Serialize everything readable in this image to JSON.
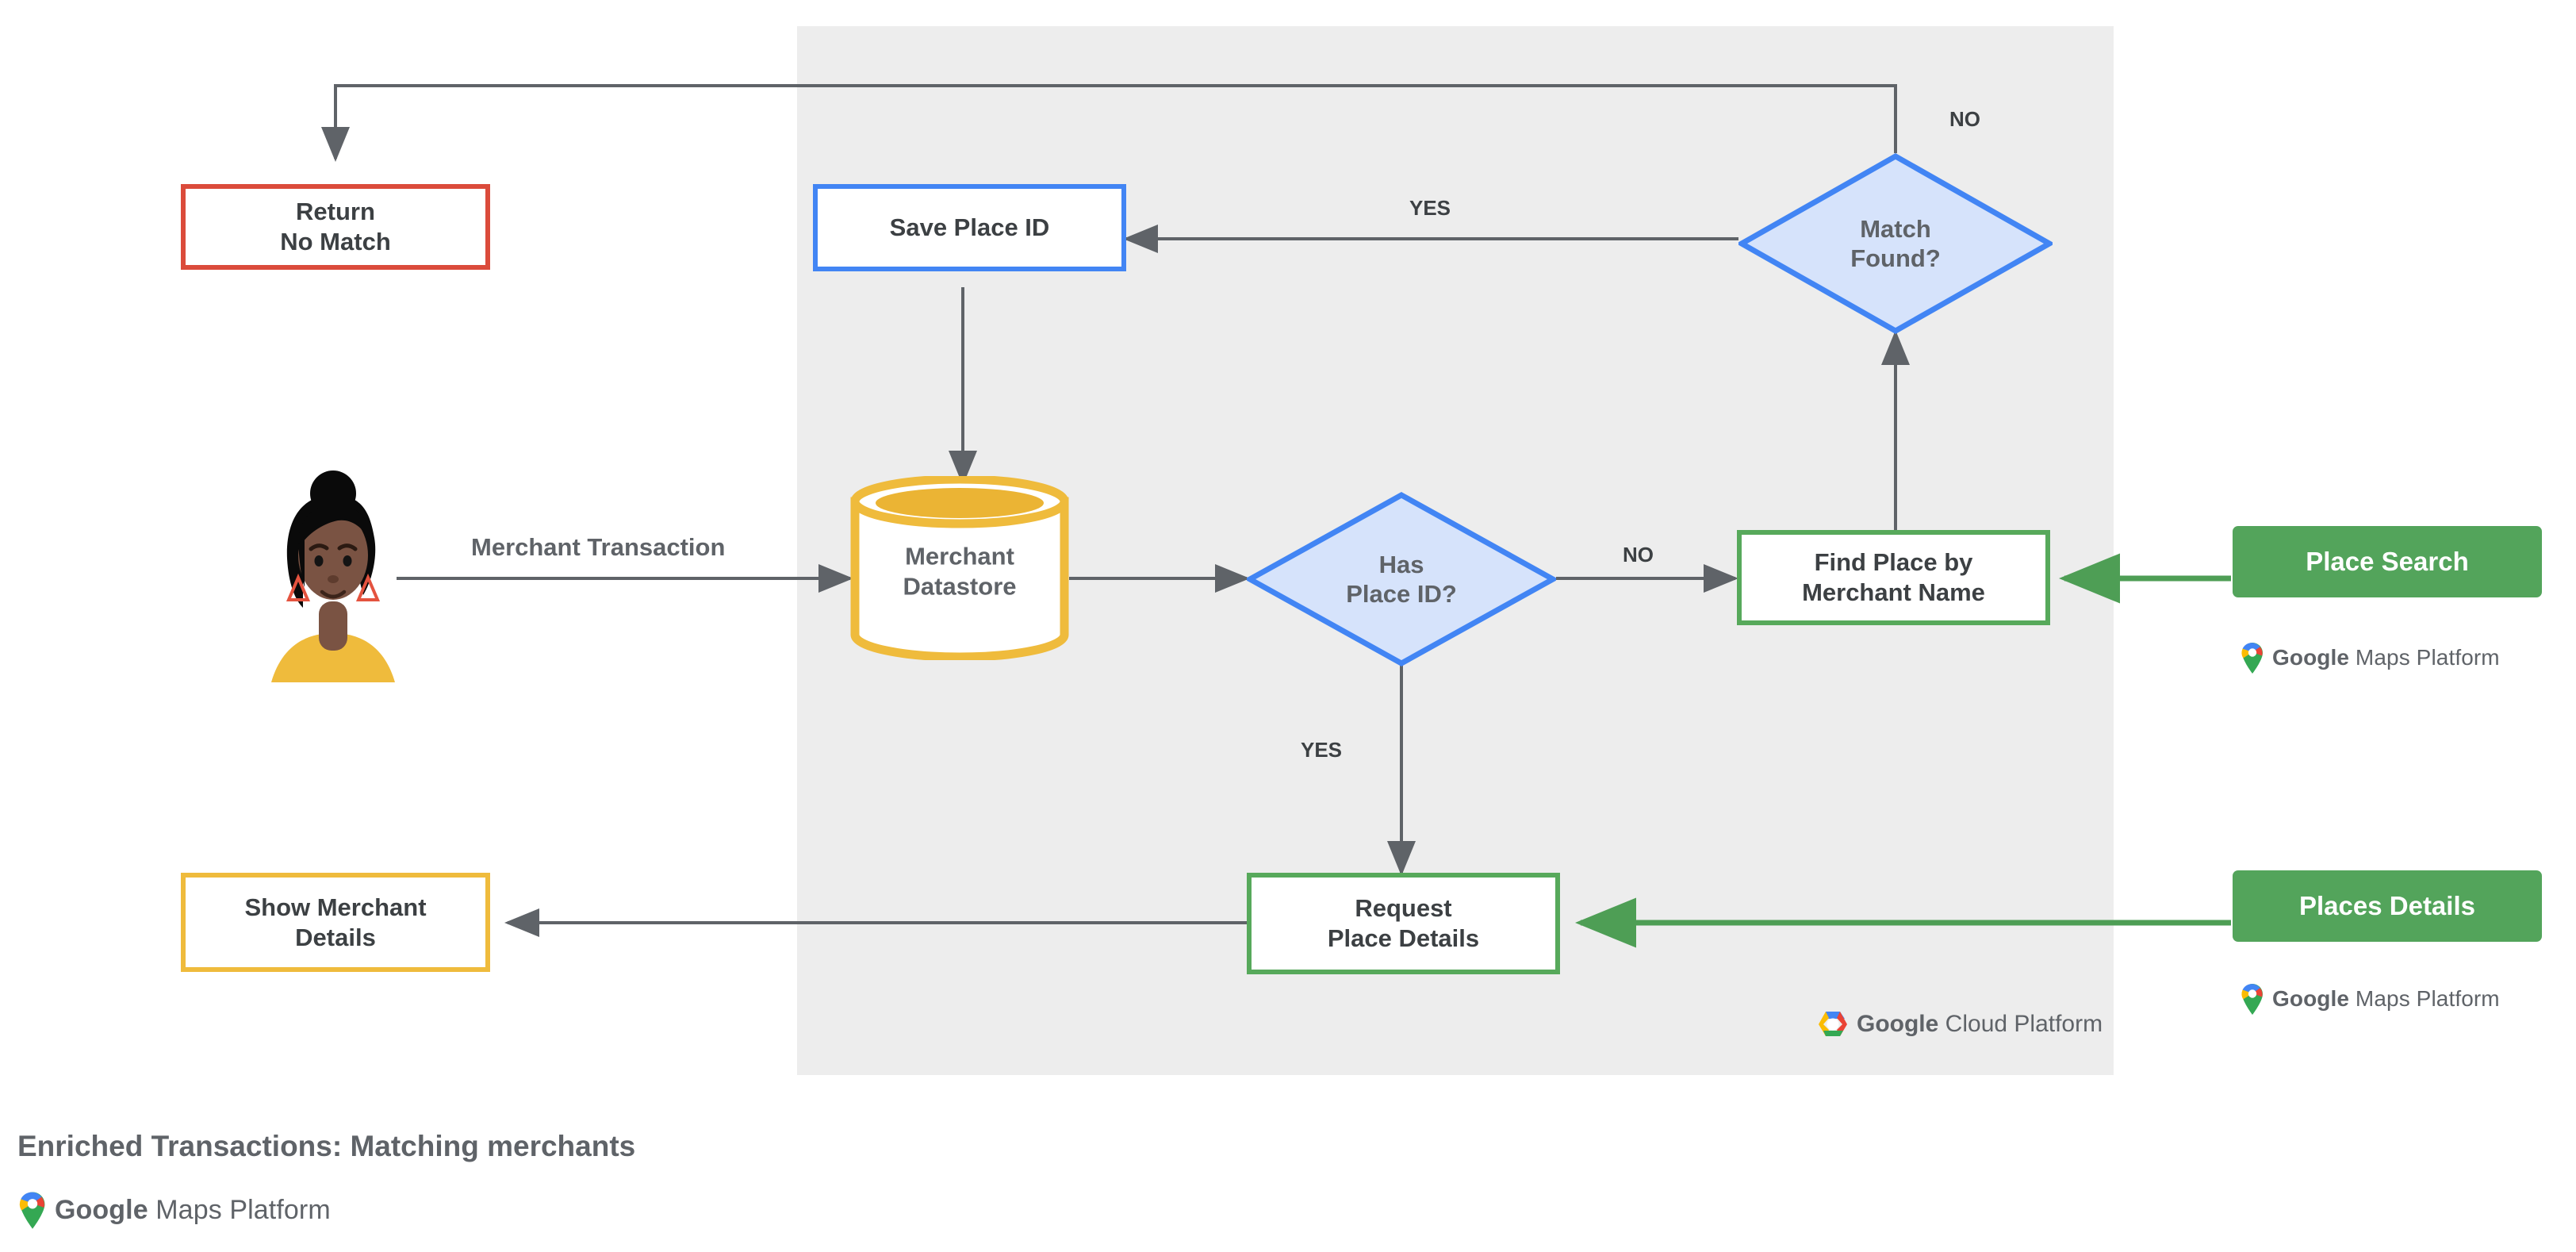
{
  "diagram": {
    "title": "Enriched Transactions: Matching merchants",
    "platform_logo_label_bold": "Google",
    "platform_logo_label_rest": " Maps Platform",
    "cloud_logo_label_bold": "Google",
    "cloud_logo_label_rest": " Cloud Platform",
    "colors": {
      "panel_bg": "#EDEDED",
      "red": "#DB4B3B",
      "blue": "#4285F4",
      "blue_fill": "#D6E3FB",
      "green": "#57A95B",
      "green_solid": "#53A45B",
      "amber": "#EFBB3C",
      "connector": "#5F6368",
      "text": "#3C4043"
    }
  },
  "actor": {
    "name": "merchant-customer-avatar",
    "edge_label": "Merchant Transaction"
  },
  "nodes": {
    "return_no_match": {
      "line1": "Return",
      "line2": "No Match",
      "style": "red-outline"
    },
    "save_place_id": {
      "line1": "Save Place ID",
      "line2": "",
      "style": "blue-outline"
    },
    "match_found": {
      "line1": "Match",
      "line2": "Found?",
      "style": "blue-diamond"
    },
    "merchant_datastore": {
      "line1": "Merchant",
      "line2": "Datastore",
      "style": "amber-cylinder"
    },
    "has_place_id": {
      "line1": "Has",
      "line2": "Place ID?",
      "style": "blue-diamond"
    },
    "find_place_by_merchant_name": {
      "line1": "Find Place by",
      "line2": "Merchant Name",
      "style": "green-outline"
    },
    "request_place_details": {
      "line1": "Request",
      "line2": "Place Details",
      "style": "green-outline"
    },
    "show_merchant_details": {
      "line1": "Show Merchant",
      "line2": "Details",
      "style": "amber-outline"
    },
    "place_search": {
      "line1": "Place Search",
      "line2": "",
      "style": "green-solid"
    },
    "places_details": {
      "line1": "Places Details",
      "line2": "",
      "style": "green-solid"
    }
  },
  "edge_labels": {
    "match_found_no": "NO",
    "match_found_yes": "YES",
    "has_place_id_no": "NO",
    "has_place_id_yes": "YES"
  }
}
